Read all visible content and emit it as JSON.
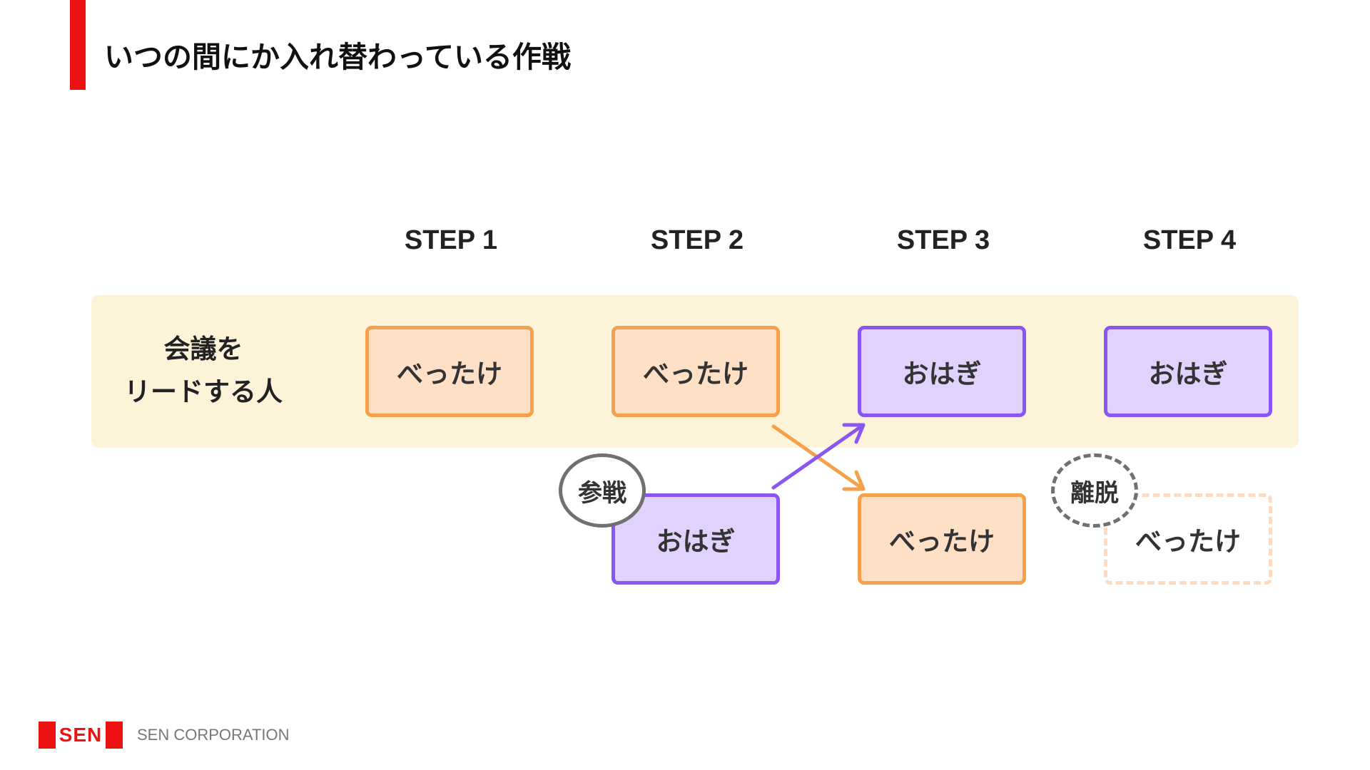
{
  "title": "いつの間にか入れ替わっている作戦",
  "steps": [
    "STEP 1",
    "STEP 2",
    "STEP 3",
    "STEP 4"
  ],
  "row_label": [
    "会議を",
    "リードする人"
  ],
  "boxes": {
    "step1_lead": "べったけ",
    "step2_lead": "べったけ",
    "step2_join": "おはぎ",
    "step3_lead": "おはぎ",
    "step3_sub": "べったけ",
    "step4_lead": "おはぎ",
    "step4_leaving": "べったけ"
  },
  "badges": {
    "join": "参戦",
    "leave": "離脱"
  },
  "footer": {
    "logo_text": "SEN",
    "company": "SEN CORPORATION"
  },
  "colors": {
    "accent_red": "#ee1111",
    "band": "#fdf3d8",
    "orange_fill": "#fde0c6",
    "orange_border": "#f5a04a",
    "purple_fill": "#e0d2fc",
    "purple_border": "#8a55f0",
    "badge_border": "#707070"
  },
  "icons": [
    "swap-arrow-orange",
    "swap-arrow-purple"
  ]
}
